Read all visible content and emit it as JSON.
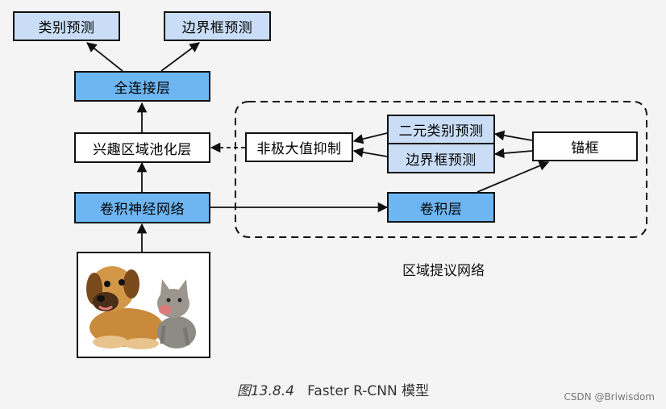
{
  "nodes": {
    "class_pred_top": "类别预测",
    "bbox_pred_top": "边界框预测",
    "fc_layer": "全连接层",
    "roi_pooling": "兴趣区域池化层",
    "cnn": "卷积神经网络",
    "nms": "非极大值抑制",
    "binary_class_pred": "二元类别预测",
    "bbox_pred_rpn": "边界框预测",
    "anchor_boxes": "锚框",
    "conv_layer": "卷积层"
  },
  "rpn_label": "区域提议网络",
  "caption": {
    "figure_number": "图13.8.4",
    "title": "Faster R-CNN 模型"
  },
  "watermark": "CSDN @Briwisdom",
  "colors": {
    "light_box": "#c9def6",
    "blue_box": "#6eb6f3",
    "background": "#f4f4f4"
  }
}
